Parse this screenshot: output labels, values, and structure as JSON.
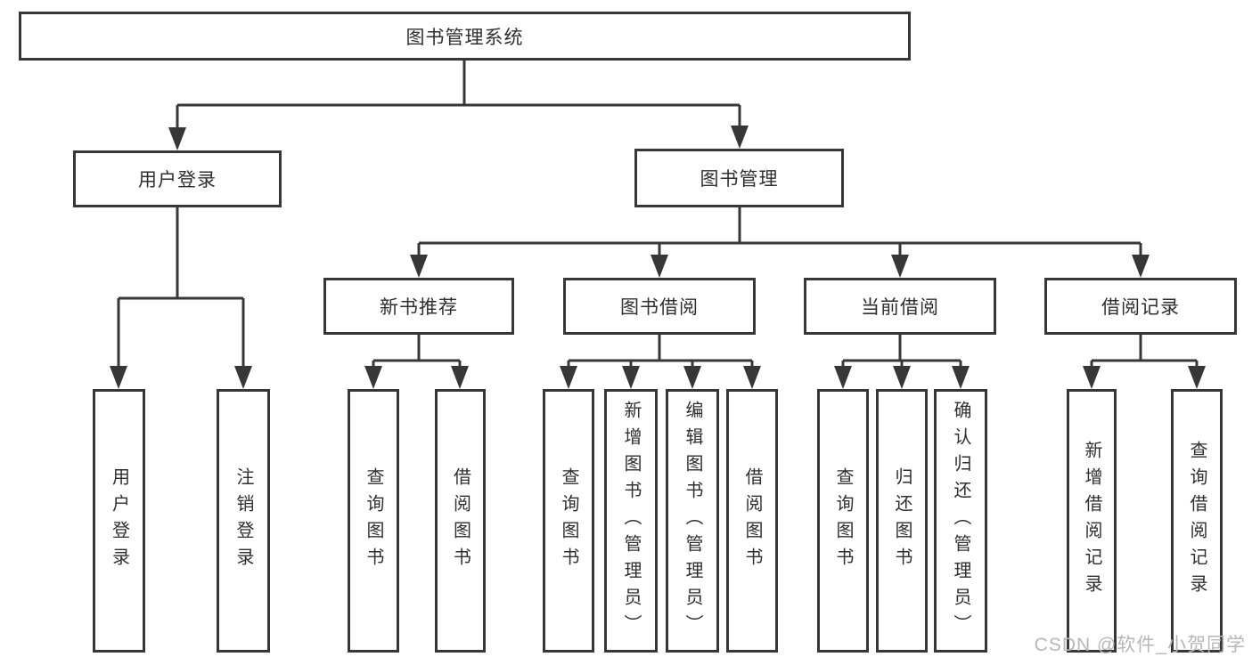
{
  "diagram_title": "图书管理系统",
  "tree": {
    "root": {
      "label": "图书管理系统"
    },
    "branches": [
      {
        "label": "用户登录",
        "children": [
          "用户登录",
          "注销登录"
        ]
      },
      {
        "label": "图书管理",
        "modules": [
          {
            "label": "新书推荐",
            "children": [
              "查询图书",
              "借阅图书"
            ]
          },
          {
            "label": "图书借阅",
            "children": [
              "查询图书",
              "新增图书（管理员）",
              "编辑图书（管理员）",
              "借阅图书"
            ]
          },
          {
            "label": "当前借阅",
            "children": [
              "查询图书",
              "归还图书",
              "确认归还（管理员）"
            ]
          },
          {
            "label": "借阅记录",
            "children": [
              "新增借阅记录",
              "查询借阅记录"
            ]
          }
        ]
      }
    ]
  },
  "watermark": "CSDN @软件_小贺同学",
  "colors": {
    "line": "#373737",
    "text": "#2f2f2f",
    "watermark": "#b7b7b7",
    "background": "#ffffff"
  }
}
